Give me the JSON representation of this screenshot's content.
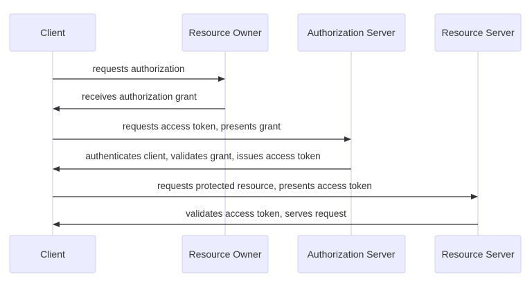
{
  "diagram": {
    "type": "sequence",
    "colors": {
      "actor_fill": "#ececff",
      "actor_border": "#cfd0f0",
      "lifeline": "#cfd0f0",
      "message": "#333333"
    }
  },
  "participants": [
    {
      "name": "Client"
    },
    {
      "name": "Resource Owner"
    },
    {
      "name": "Authorization Server"
    },
    {
      "name": "Resource Server"
    }
  ],
  "messages": [
    {
      "from": "Client",
      "to": "Resource Owner",
      "text": "requests authorization"
    },
    {
      "from": "Resource Owner",
      "to": "Client",
      "text": "receives authorization grant"
    },
    {
      "from": "Client",
      "to": "Authorization Server",
      "text": "requests access token, presents grant"
    },
    {
      "from": "Authorization Server",
      "to": "Client",
      "text": "authenticates client, validates grant, issues access token"
    },
    {
      "from": "Client",
      "to": "Resource Server",
      "text": "requests protected resource, presents access token"
    },
    {
      "from": "Resource Server",
      "to": "Client",
      "text": "validates access token, serves request"
    }
  ]
}
